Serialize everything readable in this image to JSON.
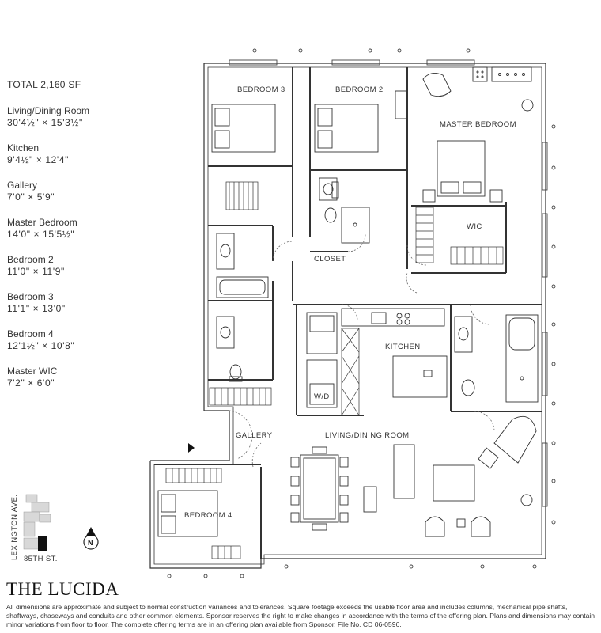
{
  "summary": {
    "total": "TOTAL 2,160 SF"
  },
  "rooms": [
    {
      "name": "Living/Dining Room",
      "dims": "30'4½\" × 15'3½\""
    },
    {
      "name": "Kitchen",
      "dims": "9'4½\" × 12'4\""
    },
    {
      "name": "Gallery",
      "dims": "7'0\" × 5'9\""
    },
    {
      "name": "Master Bedroom",
      "dims": "14'0\" × 15'5½\""
    },
    {
      "name": "Bedroom 2",
      "dims": "11'0\" × 11'9\""
    },
    {
      "name": "Bedroom 3",
      "dims": "11'1\" × 13'0\""
    },
    {
      "name": "Bedroom 4",
      "dims": "12'1½\" × 10'8\""
    },
    {
      "name": "Master WIC",
      "dims": "7'2\" × 6'0\""
    }
  ],
  "plan_labels": {
    "bedroom3": "BEDROOM 3",
    "bedroom2": "BEDROOM 2",
    "master_bedroom": "MASTER BEDROOM",
    "wic": "WIC",
    "closet": "CLOSET",
    "kitchen": "KITCHEN",
    "wd": "W/D",
    "gallery": "GALLERY",
    "living_dining": "LIVING/DINING ROOM",
    "bedroom4": "BEDROOM 4"
  },
  "key_plan": {
    "street_vertical": "LEXINGTON AVE.",
    "street_horizontal": "85TH ST.",
    "north": "N"
  },
  "brand": "THE LUCIDA",
  "disclaimer": "All dimensions are approximate and subject to normal construction variances and tolerances. Square footage exceeds the usable floor area and includes columns, mechanical pipe shafts, shaftways, chaseways and conduits and other common elements. Sponsor reserves the right to make changes in accordance with the terms of the offering plan. Plans and dimensions may contain minor variations from floor to floor. The complete offering terms are in an offering plan available from Sponsor. File No. CD 06-0596."
}
